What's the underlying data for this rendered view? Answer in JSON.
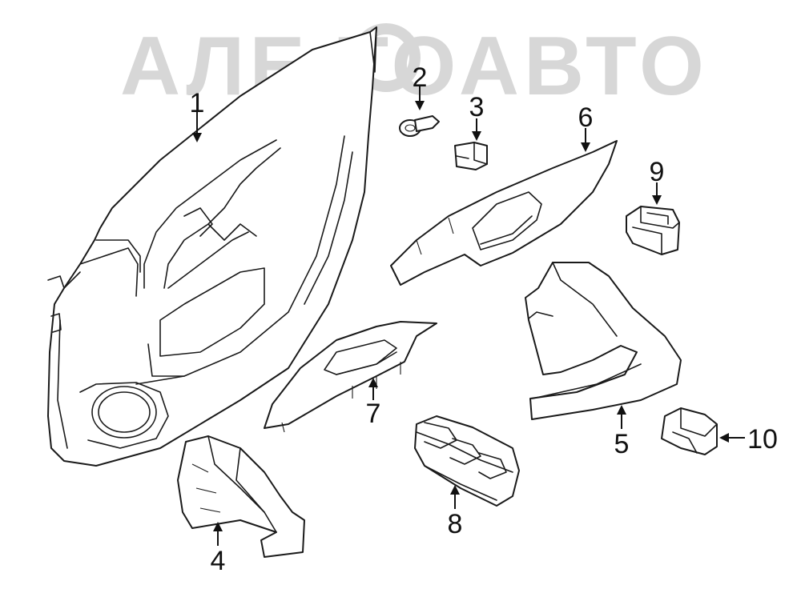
{
  "watermark": {
    "text": "АЛЕ ТОАВТО"
  },
  "callouts": [
    {
      "id": "part-1",
      "label": "1"
    },
    {
      "id": "part-2",
      "label": "2"
    },
    {
      "id": "part-3",
      "label": "3"
    },
    {
      "id": "part-4",
      "label": "4"
    },
    {
      "id": "part-5",
      "label": "5"
    },
    {
      "id": "part-6",
      "label": "6"
    },
    {
      "id": "part-7",
      "label": "7"
    },
    {
      "id": "part-8",
      "label": "8"
    },
    {
      "id": "part-9",
      "label": "9"
    },
    {
      "id": "part-10",
      "label": "10"
    }
  ],
  "colors": {
    "line": "#1a1a1a",
    "watermark": "#d7d7d7",
    "background": "#ffffff"
  }
}
